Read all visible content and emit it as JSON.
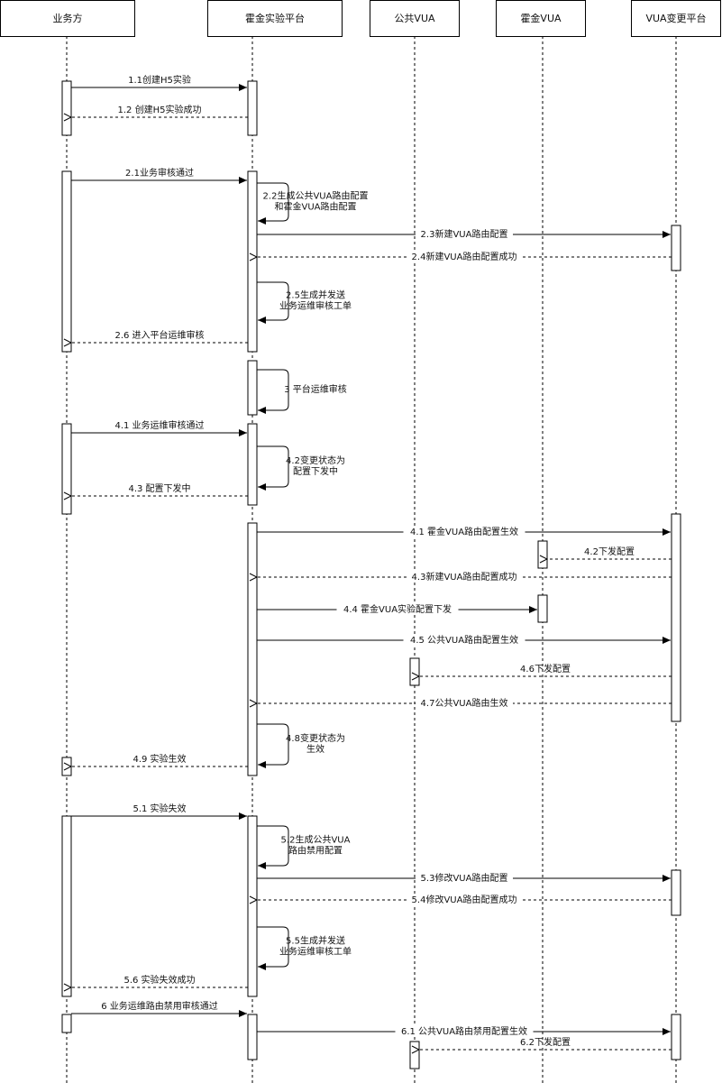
{
  "lifelines": [
    {
      "id": "biz",
      "label": "业务方"
    },
    {
      "id": "plat",
      "label": "霍金实验平台"
    },
    {
      "id": "pubvua",
      "label": "公共VUA"
    },
    {
      "id": "hkvua",
      "label": "霍金VUA"
    },
    {
      "id": "vuachg",
      "label": "VUA变更平台"
    }
  ],
  "messages": [
    {
      "from": "biz",
      "to": "plat",
      "type": "sync",
      "lines": [
        "1.1创建H5实验"
      ]
    },
    {
      "from": "plat",
      "to": "biz",
      "type": "reply",
      "lines": [
        "1.2 创建H5实验成功"
      ]
    },
    {
      "from": "biz",
      "to": "plat",
      "type": "sync",
      "lines": [
        "2.1业务审核通过"
      ]
    },
    {
      "from": "plat",
      "to": "plat",
      "type": "self",
      "lines": [
        "2.2生成公共VUA路由配置",
        "和霍金VUA路由配置"
      ]
    },
    {
      "from": "plat",
      "to": "vuachg",
      "type": "sync",
      "lines": [
        "2.3新建VUA路由配置"
      ]
    },
    {
      "from": "vuachg",
      "to": "plat",
      "type": "reply",
      "lines": [
        "2.4新建VUA路由配置成功"
      ]
    },
    {
      "from": "plat",
      "to": "plat",
      "type": "self",
      "lines": [
        "2.5生成并发送",
        "业务运维审核工单"
      ]
    },
    {
      "from": "plat",
      "to": "biz",
      "type": "reply",
      "lines": [
        "2.6 进入平台运维审核"
      ]
    },
    {
      "from": "plat",
      "to": "plat",
      "type": "self",
      "lines": [
        "3 平台运维审核"
      ]
    },
    {
      "from": "biz",
      "to": "plat",
      "type": "sync",
      "lines": [
        "4.1 业务运维审核通过"
      ]
    },
    {
      "from": "plat",
      "to": "plat",
      "type": "self",
      "lines": [
        "4.2变更状态为",
        "配置下发中"
      ]
    },
    {
      "from": "plat",
      "to": "biz",
      "type": "reply",
      "lines": [
        "4.3 配置下发中"
      ]
    },
    {
      "from": "plat",
      "to": "vuachg",
      "type": "sync",
      "lines": [
        "4.1 霍金VUA路由配置生效"
      ]
    },
    {
      "from": "vuachg",
      "to": "hkvua",
      "type": "reply",
      "lines": [
        "4.2下发配置"
      ]
    },
    {
      "from": "vuachg",
      "to": "plat",
      "type": "reply",
      "lines": [
        "4.3新建VUA路由配置成功"
      ]
    },
    {
      "from": "plat",
      "to": "hkvua",
      "type": "sync",
      "lines": [
        "4.4 霍金VUA实验配置下发"
      ]
    },
    {
      "from": "plat",
      "to": "vuachg",
      "type": "sync",
      "lines": [
        "4.5 公共VUA路由配置生效"
      ]
    },
    {
      "from": "vuachg",
      "to": "pubvua",
      "type": "reply",
      "lines": [
        "4.6下发配置"
      ]
    },
    {
      "from": "vuachg",
      "to": "plat",
      "type": "reply",
      "lines": [
        "4.7公共VUA路由生效"
      ]
    },
    {
      "from": "plat",
      "to": "plat",
      "type": "self",
      "lines": [
        "4.8变更状态为",
        "生效"
      ]
    },
    {
      "from": "plat",
      "to": "biz",
      "type": "reply",
      "lines": [
        "4.9 实验生效"
      ]
    },
    {
      "from": "biz",
      "to": "plat",
      "type": "sync",
      "lines": [
        "5.1 实验失效"
      ]
    },
    {
      "from": "plat",
      "to": "plat",
      "type": "self",
      "lines": [
        "5.2生成公共VUA",
        "路由禁用配置"
      ]
    },
    {
      "from": "plat",
      "to": "vuachg",
      "type": "sync",
      "lines": [
        "5.3修改VUA路由配置"
      ]
    },
    {
      "from": "vuachg",
      "to": "plat",
      "type": "reply",
      "lines": [
        "5.4修改VUA路由配置成功"
      ]
    },
    {
      "from": "plat",
      "to": "plat",
      "type": "self",
      "lines": [
        "5.5生成并发送",
        "业务运维审核工单"
      ]
    },
    {
      "from": "plat",
      "to": "biz",
      "type": "reply",
      "lines": [
        "5.6 实验失效成功"
      ]
    },
    {
      "from": "biz",
      "to": "plat",
      "type": "sync",
      "lines": [
        "6 业务运维路由禁用审核通过"
      ]
    },
    {
      "from": "plat",
      "to": "vuachg",
      "type": "sync",
      "lines": [
        "6.1 公共VUA路由禁用配置生效"
      ]
    },
    {
      "from": "vuachg",
      "to": "pubvua",
      "type": "reply",
      "lines": [
        "6.2下发配置"
      ]
    }
  ]
}
